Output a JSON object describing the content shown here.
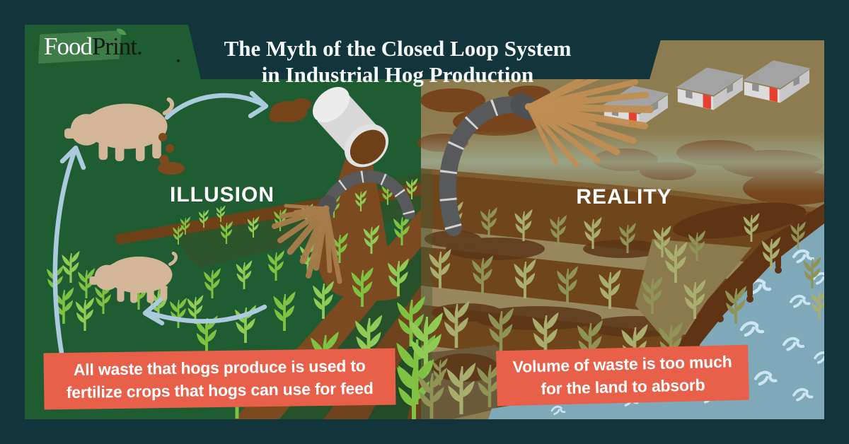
{
  "logo": {
    "part1": "Food",
    "part2": "Print."
  },
  "title": {
    "line1": "The Myth of the Closed Loop System",
    "line2": "in Industrial Hog Production"
  },
  "sections": {
    "illusion": {
      "label": "ILLUSION",
      "caption_line1": "All waste that hogs produce is used to",
      "caption_line2": "fertilize crops that hogs can use for feed"
    },
    "reality": {
      "label": "REALITY",
      "caption_line1": "Volume of waste is too much",
      "caption_line2": "for the land to absorb"
    }
  },
  "scene": {
    "illusion_icons": [
      "pig-icon",
      "manure-icon",
      "cycle-arrow-icon",
      "crop-icon",
      "waste-pipe-icon",
      "manure-sprayer-icon"
    ],
    "reality_icons": [
      "hog-barn-icon",
      "manure-sprayer-icon",
      "crop-icon",
      "waste-puddle-icon",
      "runoff-drip-icon",
      "water-wave-icon"
    ]
  },
  "palette": {
    "background_teal": "#12343B",
    "panel_green": "#1F5C31",
    "crop_green": "#7FC242",
    "dull_crop_olive": "#A9AD6E",
    "soil_brown": "#7B4A21",
    "khaki_land": "#8C7C50",
    "water_blue": "#7FA9B8",
    "wave_light_blue": "#CBE6F2",
    "caption_red": "#E8604A",
    "pig_tan": "#D3B697",
    "arrow_blue": "#A9CBDD"
  }
}
